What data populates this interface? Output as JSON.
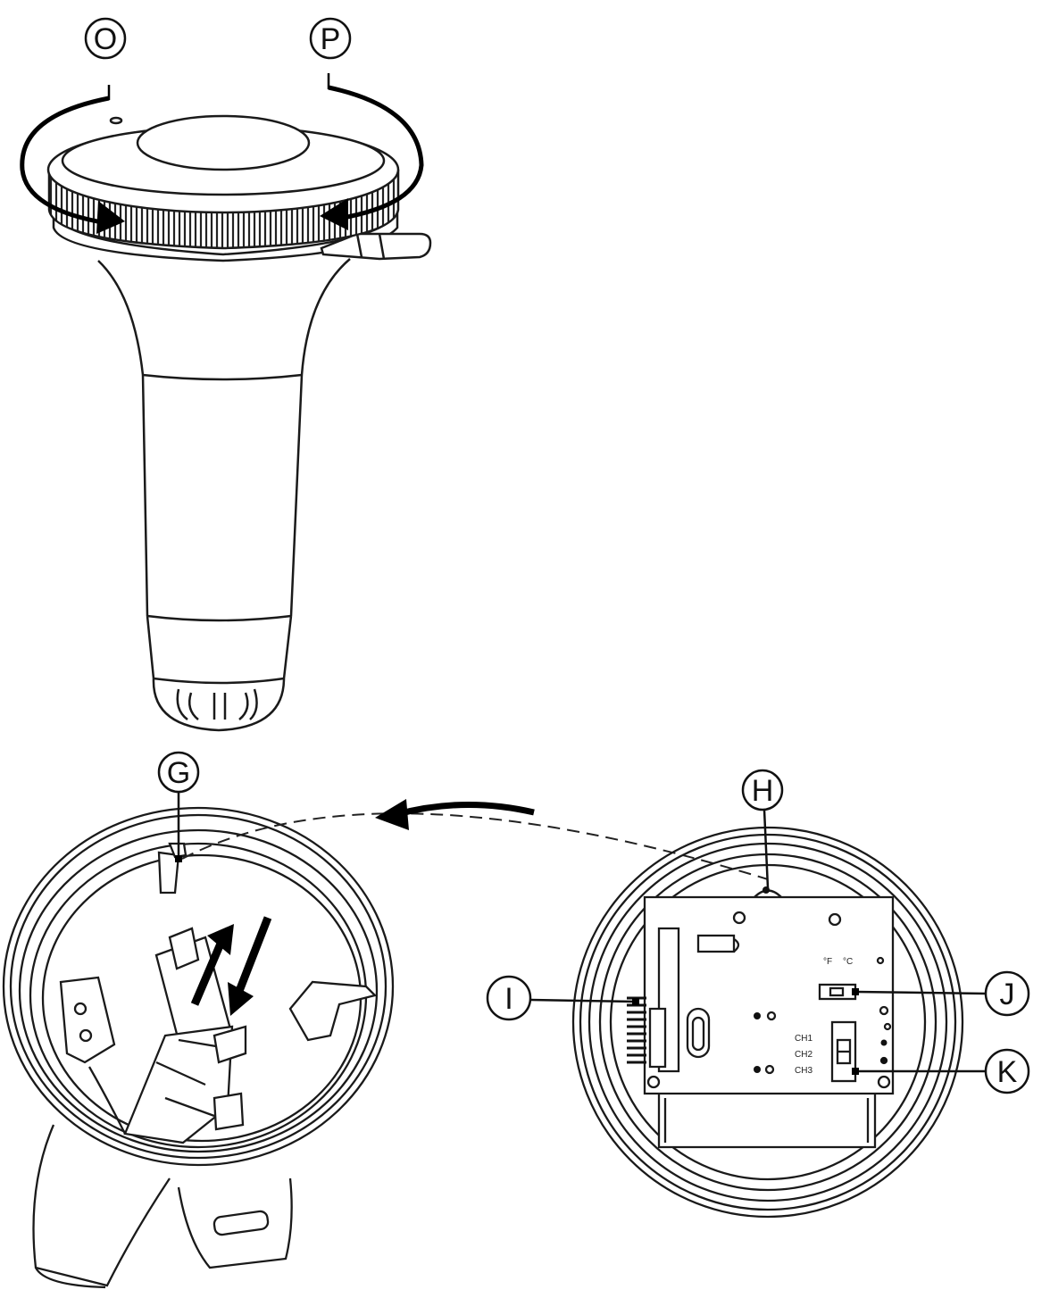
{
  "diagram": {
    "callouts": {
      "O": "O",
      "P": "P",
      "G": "G",
      "H": "H",
      "I": "I",
      "J": "J",
      "K": "K"
    },
    "pcb_markings": {
      "ch1": "CH1",
      "ch2": "CH2",
      "ch3": "CH3",
      "temp_f": "°F",
      "temp_c": "°C"
    },
    "colors": {
      "line": "#1a1a1a",
      "arrow": "#000000",
      "background": "#ffffff"
    }
  }
}
